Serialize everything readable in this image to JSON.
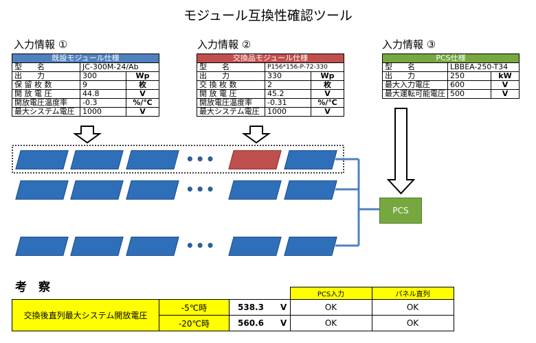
{
  "title": "モジュール互換性確認ツール",
  "input1": {
    "heading": "入力情報 ①",
    "header": "既設モジュール仕様",
    "header_color": "#4f81bd",
    "rows": [
      {
        "label": "型　　名",
        "value": "JC-300M-24/Ab",
        "unit": ""
      },
      {
        "label": "出　　力",
        "value": "300",
        "unit": "Wp"
      },
      {
        "label": "保 留 枚 数",
        "value": "9",
        "unit": "枚"
      },
      {
        "label": "開 放 電 圧",
        "value": "44.8",
        "unit": "V"
      },
      {
        "label": "開放電圧温度率",
        "value": "-0.3",
        "unit": "%/℃"
      },
      {
        "label": "最大システム電圧",
        "value": "1000",
        "unit": "V"
      }
    ]
  },
  "input2": {
    "heading": "入力情報 ②",
    "header": "交換品モジュール仕様",
    "header_color": "#c0504d",
    "rows": [
      {
        "label": "型　　名",
        "value": "P156*156-P-72-330",
        "unit": ""
      },
      {
        "label": "出　　力",
        "value": "330",
        "unit": "Wp"
      },
      {
        "label": "交 換 枚 数",
        "value": "2",
        "unit": "枚"
      },
      {
        "label": "開 放 電 圧",
        "value": "45.2",
        "unit": "V"
      },
      {
        "label": "開放電圧温度率",
        "value": "-0.31",
        "unit": "%/℃"
      },
      {
        "label": "最大システム電圧",
        "value": "1000",
        "unit": "V"
      }
    ]
  },
  "input3": {
    "heading": "入力情報 ③",
    "header": "PCS仕様",
    "header_color": "#77a83f",
    "rows": [
      {
        "label": "型　　名",
        "value": "LBBEA-250-T34",
        "unit": ""
      },
      {
        "label": "出　　力",
        "value": "250",
        "unit": "kW"
      },
      {
        "label": "最大入力電圧",
        "value": "600",
        "unit": "V"
      },
      {
        "label": "最大運転可能電圧",
        "value": "500",
        "unit": "V"
      }
    ]
  },
  "diagram": {
    "pcs_label": "PCS",
    "dots": "•••"
  },
  "conclusion": {
    "heading": "考　察",
    "col_pcs": "PCS入力",
    "col_panel": "パネル直列",
    "row_label": "交換後直列最大システム開放電圧",
    "rows": [
      {
        "temp": "-5℃時",
        "value": "538.3",
        "unit": "V",
        "pcs": "OK",
        "panel": "OK"
      },
      {
        "temp": "-20℃時",
        "value": "560.6",
        "unit": "V",
        "pcs": "OK",
        "panel": "OK"
      }
    ]
  }
}
